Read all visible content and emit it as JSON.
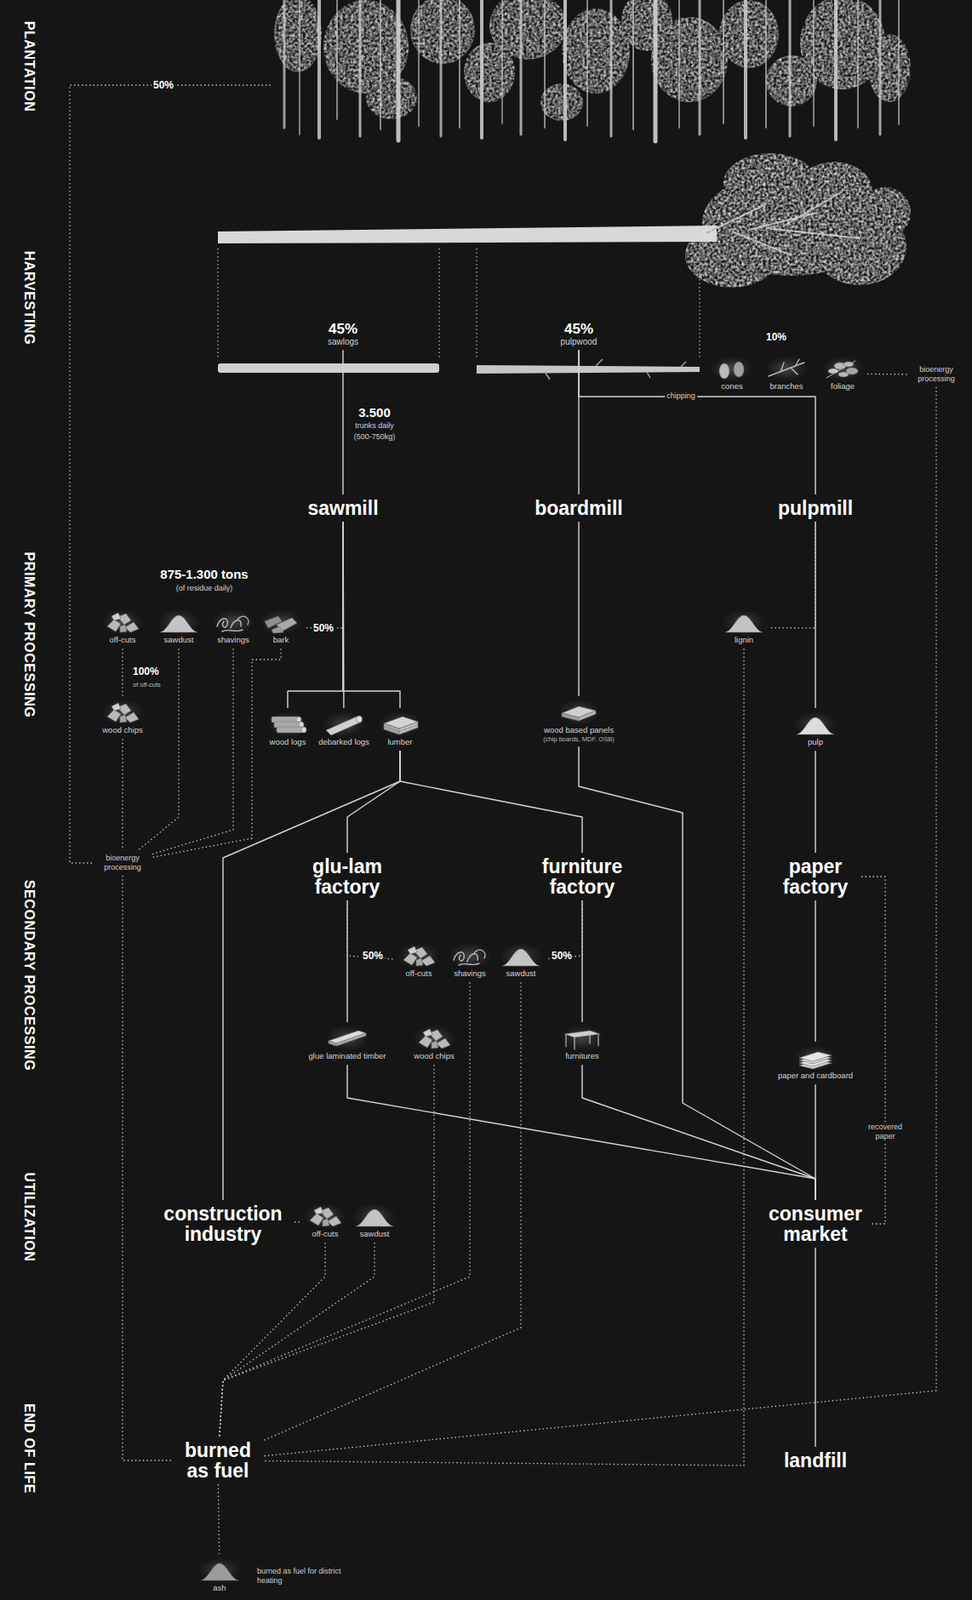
{
  "diagram": {
    "nodes": [
      {
        "text": [
          "45%",
          "sawlogs"
        ]
      },
      {
        "text": [
          "45%",
          "pulpwood"
        ]
      },
      {
        "text": [
          "cones"
        ]
      },
      {
        "text": [
          "branches"
        ]
      },
      {
        "text": [
          "foliage"
        ]
      },
      {
        "text": [
          "bioenergy processing"
        ]
      },
      {
        "text": [
          "sawmill"
        ]
      },
      {
        "text": [
          "boardmill"
        ]
      },
      {
        "text": [
          "pulpmill"
        ]
      },
      {
        "text": [
          "off-cuts"
        ]
      },
      {
        "text": [
          "sawdust"
        ]
      },
      {
        "text": [
          "shavings"
        ]
      },
      {
        "text": [
          "bark"
        ]
      },
      {
        "text": [
          "lignin"
        ]
      },
      {
        "text": [
          "wood chips"
        ]
      },
      {
        "text": [
          "wood logs"
        ]
      },
      {
        "text": [
          "debarked logs"
        ]
      },
      {
        "text": [
          "lumber"
        ]
      },
      {
        "text": [
          "wood based panels",
          "(chip boards, MDF, OSB)"
        ]
      },
      {
        "text": [
          "pulp"
        ]
      },
      {
        "text": [
          "bioenergy processing"
        ]
      },
      {
        "text": [
          "glu-lam factory"
        ]
      },
      {
        "text": [
          "furniture factory"
        ]
      },
      {
        "text": [
          "paper factory"
        ]
      },
      {
        "text": [
          "off-cuts"
        ]
      },
      {
        "text": [
          "shavings"
        ]
      },
      {
        "text": [
          "sawdust"
        ]
      },
      {
        "text": [
          "glue laminated timber"
        ]
      },
      {
        "text": [
          "wood chips"
        ]
      },
      {
        "text": [
          "furnitures"
        ]
      },
      {
        "text": [
          "paper and cardboard"
        ]
      },
      {
        "text": [
          "construction industry"
        ]
      },
      {
        "text": [
          "off-cuts"
        ]
      },
      {
        "text": [
          "sawdust"
        ]
      },
      {
        "text": [
          "consumer market"
        ]
      },
      {
        "text": [
          "burned as fuel"
        ]
      },
      {
        "text": [
          "landfill"
        ]
      },
      {
        "text": [
          "ash"
        ]
      }
    ],
    "edges": [
      {
        "from": 0,
        "to": 6,
        "arrow": "none"
      },
      {
        "from": 1,
        "to": 7,
        "arrow": "none"
      },
      {
        "from": 1,
        "to": 8,
        "label": "chipping",
        "arrow": "none"
      },
      {
        "from": 6,
        "to": 15,
        "arrow": "none"
      },
      {
        "from": 6,
        "to": 16,
        "arrow": "none"
      },
      {
        "from": 6,
        "to": 17,
        "arrow": "none"
      },
      {
        "from": 6,
        "to": 12,
        "label": "50%",
        "arrow": "none"
      },
      {
        "from": 9,
        "to": 14,
        "arrow": "none"
      },
      {
        "from": 14,
        "to": 20,
        "arrow": "none"
      },
      {
        "from": 10,
        "to": 20,
        "arrow": "none"
      },
      {
        "from": 11,
        "to": 20,
        "arrow": "none"
      },
      {
        "from": 12,
        "to": 20,
        "arrow": "none"
      },
      {
        "from": 7,
        "to": 18,
        "arrow": "none"
      },
      {
        "from": 8,
        "to": 13,
        "arrow": "none"
      },
      {
        "from": 8,
        "to": 19,
        "arrow": "none"
      },
      {
        "from": 19,
        "to": 23,
        "arrow": "none"
      },
      {
        "from": 17,
        "to": 31,
        "arrow": "none"
      },
      {
        "from": 17,
        "to": 21,
        "arrow": "none"
      },
      {
        "from": 17,
        "to": 22,
        "arrow": "none"
      },
      {
        "from": 21,
        "to": 27,
        "arrow": "none"
      },
      {
        "from": 21,
        "to": 24,
        "label": "50%",
        "arrow": "none"
      },
      {
        "from": 22,
        "to": 29,
        "arrow": "none"
      },
      {
        "from": 22,
        "to": 26,
        "label": "50%",
        "arrow": "none"
      },
      {
        "from": 23,
        "to": 30,
        "arrow": "none"
      },
      {
        "from": 18,
        "to": 34,
        "arrow": "none"
      },
      {
        "from": 27,
        "to": 34,
        "arrow": "none"
      },
      {
        "from": 29,
        "to": 34,
        "arrow": "none"
      },
      {
        "from": 30,
        "to": 34,
        "arrow": "none"
      },
      {
        "from": 34,
        "to": 23,
        "label": "recovered paper",
        "arrow": "none"
      },
      {
        "from": 31,
        "to": 32,
        "arrow": "none"
      },
      {
        "from": 32,
        "to": 35,
        "arrow": "none"
      },
      {
        "from": 33,
        "to": 35,
        "arrow": "none"
      },
      {
        "from": 28,
        "to": 35,
        "arrow": "none"
      },
      {
        "from": 25,
        "to": 35,
        "arrow": "none"
      },
      {
        "from": 26,
        "to": 35,
        "arrow": "none"
      },
      {
        "from": 20,
        "to": 35,
        "arrow": "none"
      },
      {
        "from": 13,
        "to": 35,
        "arrow": "none"
      },
      {
        "from": 5,
        "to": 35,
        "arrow": "none"
      },
      {
        "from": 4,
        "to": 5,
        "arrow": "none"
      },
      {
        "from": 34,
        "to": 36,
        "arrow": "none"
      },
      {
        "from": 35,
        "to": 37,
        "arrow": "none"
      }
    ],
    "labels": [
      "PLANTATION",
      "50%",
      "HARVESTING",
      "10%",
      "3.500",
      "trunks daily",
      "(500-750kg)",
      "PRIMARY PROCESSING",
      "875-1.300 tons",
      "(of residue daily)",
      "100%",
      "of off-cuts",
      "SECONDARY PROCESSING",
      "UTILIZATION",
      "END OF LIFE",
      "burned as fuel for district heating"
    ]
  }
}
